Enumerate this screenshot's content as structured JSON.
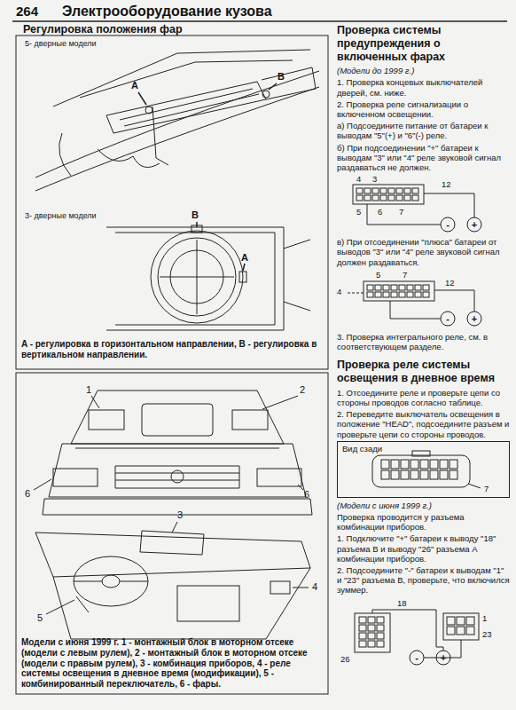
{
  "diagram": {
    "title": "Электрооборудование кузова",
    "labels": [
      "264",
      "Регулировка положения фар",
      "5- дверные модели",
      "A",
      "B",
      "3- дверные модели",
      "B",
      "A",
      "A - регулировка в горизонтальном направлении, B - регулировка в вертикальном направлении.",
      "1",
      "2",
      "6",
      "6",
      "3",
      "4",
      "5",
      "Модели с июня 1999 г. 1 - монтажный блок в моторном отсеке (модели с левым рулем), 2 - монтажный блок в моторном отсеке (модели с правым рулем), 3 - комбинация приборов, 4 - реле системы освещения в дневное время (модификации), 5 - комбинированный переключатель, 6 - фары.",
      "Проверка системы предупреждения о включенных фарах",
      "(Модели до 1999 г.)",
      "1. Проверка концевых выключателей дверей, см. ниже.",
      "2. Проверка реле сигнализации о включенном освещении.",
      "а) Подсоедините питание от батареи к выводам \"5\"(+) и \"6\"(-) реле.",
      "б) При подсоединении \"+\" батареи к выводам \"3\" или \"4\" реле звуковой сигнал раздаваться не должен.",
      "4",
      "3",
      "5",
      "6",
      "7",
      "12",
      "-",
      "+",
      "в) При отсоединении \"плюса\" батареи от выводов \"3\" или \"4\" реле звуковой сигнал должен раздаваться.",
      "5",
      "7",
      "4",
      "12",
      "-",
      "+",
      "3. Проверка интегрального реле, см. в соответствующем разделе.",
      "Проверка реле системы освещения в дневное время",
      "1. Отсоедините реле и проверьте цепи со стороны проводов согласно таблице.",
      "2. Переведите выключатель освещения в положение \"HEAD\", подсоедините разъем и проверьте цепи со стороны проводов.",
      "Вид сзади",
      "7",
      "(Модели с июня 1999 г.)",
      "Проверка проводится у разъема комбинации приборов.",
      "1. Подключите \"+\" батареи к выводу \"18\" разъема B и выводу \"26\" разъема A комбинации приборов.",
      "2. Подсоедините \"-\" батареи к выводам \"1\" и \"23\" разъема B, проверьте, что включился зуммер.",
      "18",
      "1",
      "26",
      "23",
      "-",
      "+"
    ]
  }
}
